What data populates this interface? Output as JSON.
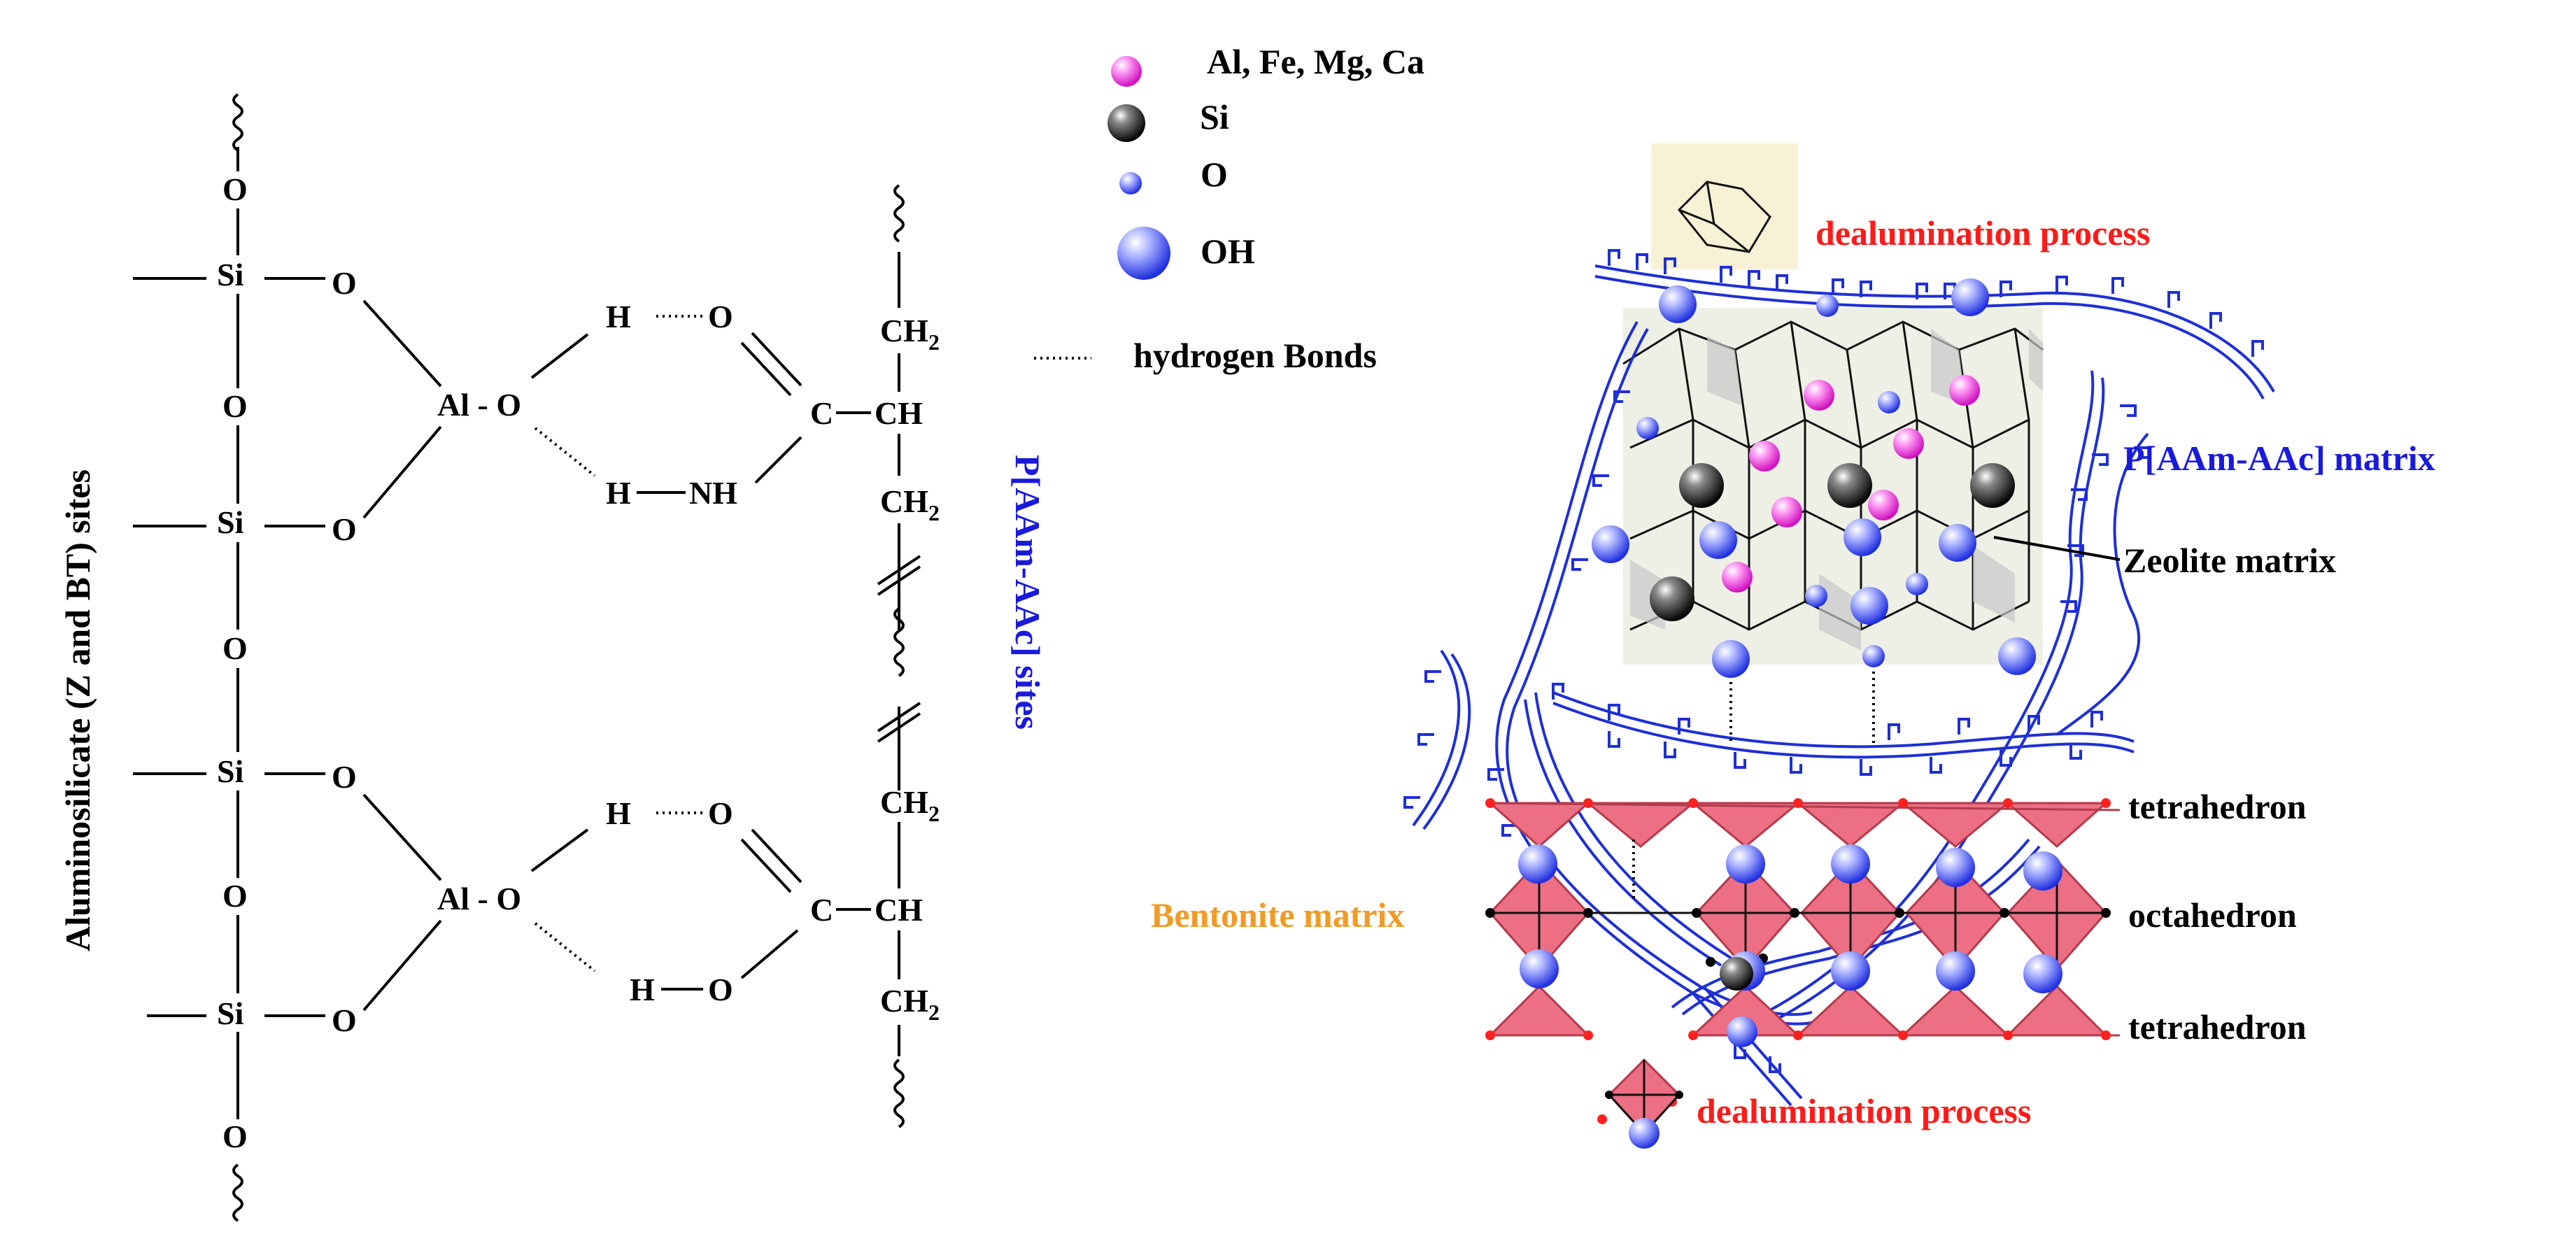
{
  "legend": {
    "metals": "Al, Fe, Mg, Ca",
    "si": "Si",
    "o": "O",
    "oh": "OH",
    "hbond": "hydrogen Bonds"
  },
  "left_structure": {
    "side_label": "Aluminosilicate (Z and BT) sites",
    "right_label": "P[AAm-AAc] sites",
    "si": "Si",
    "o": "O",
    "al_o": "Al - O",
    "h": "H",
    "nh": "NH",
    "c": "C",
    "ch": "CH",
    "ch2": "CH",
    "sub2": "2"
  },
  "right_diagram": {
    "dealumination_top": "dealumination process",
    "dealumination_bottom": "dealumination process",
    "polymer_label": "P[AAm-AAc] matrix",
    "zeolite_label": "Zeolite matrix",
    "tetra_top": "tetrahedron",
    "octa": "octahedron",
    "tetra_bottom": "tetrahedron",
    "bentonite_label": "Bentonite matrix"
  },
  "colors": {
    "metal_sphere": "#f040e0",
    "si_sphere": "#2a2a2a",
    "o_sphere": "#3a48e8",
    "polymer": "#1f2fd6",
    "dealumination": "#ff1a1a",
    "bentonite": "#f39a24",
    "octahedron_fill": "#ec6f84"
  }
}
